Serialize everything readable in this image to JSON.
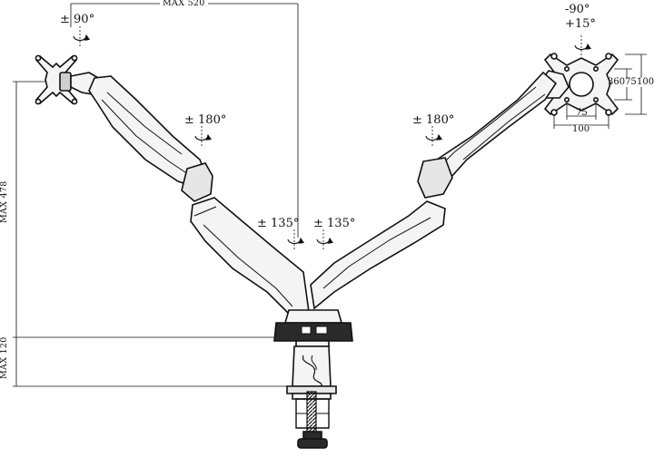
{
  "labels": {
    "max_reach": "MAX 520",
    "max_height": "MAX 478",
    "max_clamp": "MAX 120",
    "tilt_left": "± 90°",
    "tilt_right_minus": "-90°",
    "tilt_right_plus": "+15°",
    "swivel_left_elbow": "± 180°",
    "swivel_right_elbow": "± 180°",
    "swivel_center_left": "± 135°",
    "swivel_center_right": "± 135°",
    "rotate_360": "360°",
    "vesa_75_v": "75",
    "vesa_100_v": "100",
    "vesa_75_h": "75",
    "vesa_100_h": "100"
  },
  "colors": {
    "line": "#111111",
    "background": "#ffffff",
    "metal": "#f4f4f4",
    "shade": "#cfcfcf",
    "dark": "#2a2a2a"
  },
  "icons": [
    "rotation-arrow-icon",
    "usb-port-icon",
    "clamp-knob-icon"
  ]
}
